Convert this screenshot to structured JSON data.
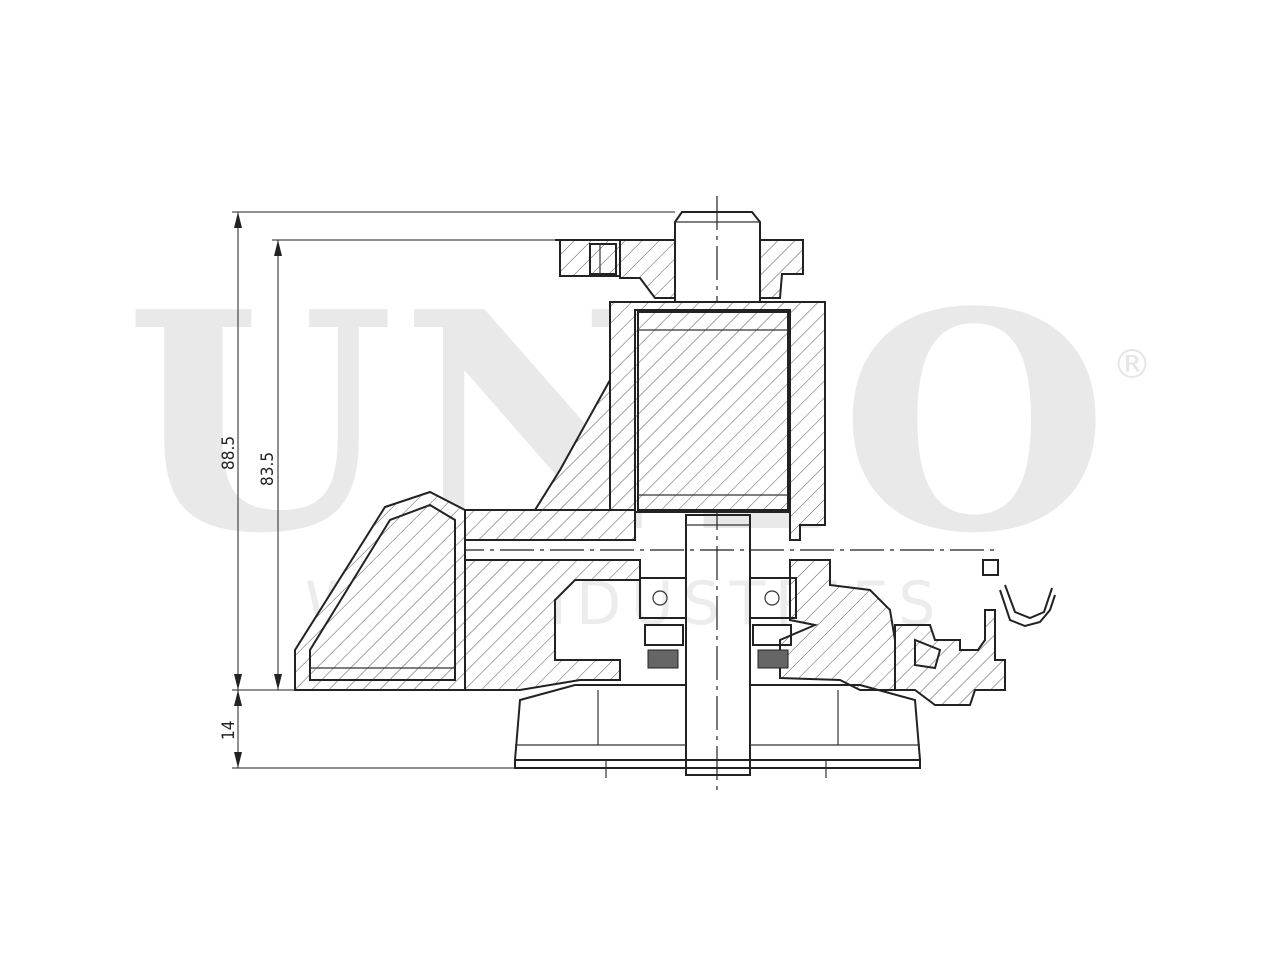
{
  "watermark": {
    "brand": "UNIO",
    "registered_mark": "®",
    "subtitle": "WEX INDUSTRIES"
  },
  "dimensions": {
    "overall_height": "88.5",
    "inner_height": "83.5",
    "pulley_hub_height": "14"
  }
}
